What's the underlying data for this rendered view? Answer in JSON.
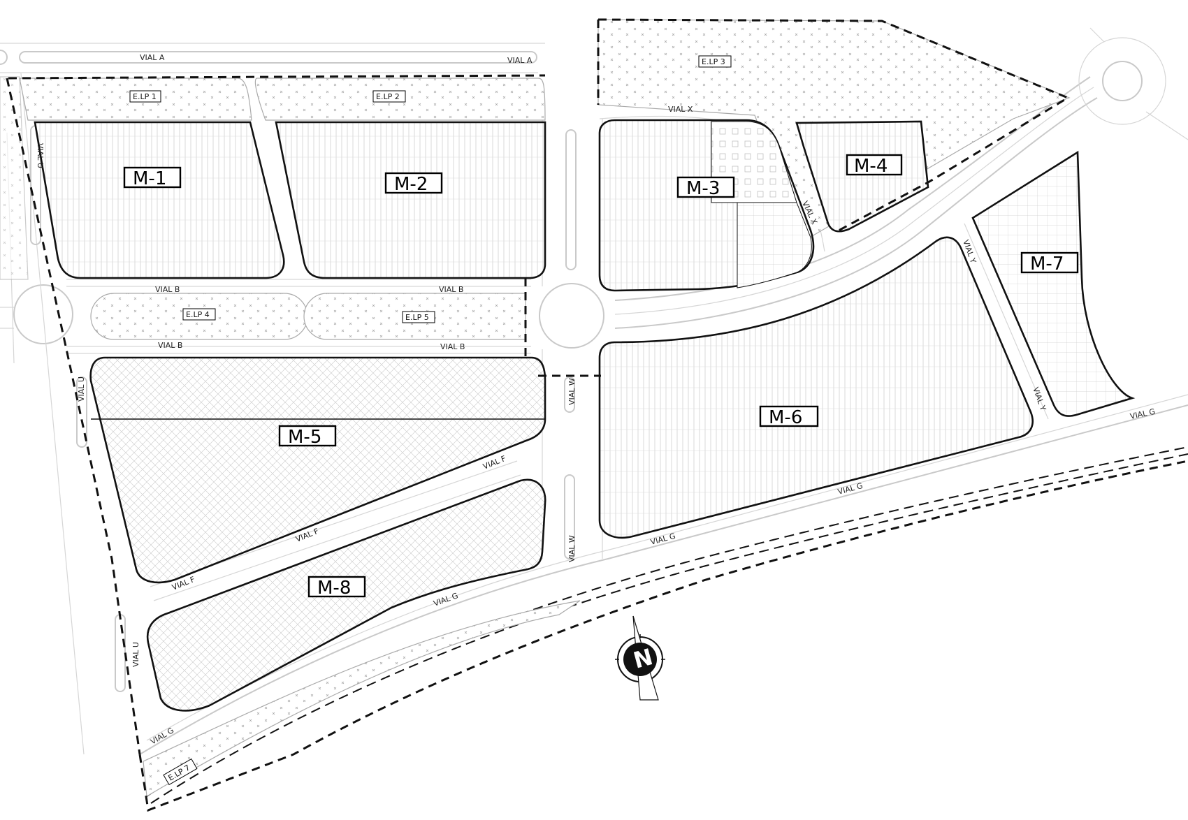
{
  "parcels": {
    "m1": "M-1",
    "m2": "M-2",
    "m3": "M-3",
    "m4": "M-4",
    "m5": "M-5",
    "m6": "M-6",
    "m7": "M-7",
    "m8": "M-8"
  },
  "elp": {
    "e1": "E.LP 1",
    "e2": "E.LP 2",
    "e3": "E.LP 3",
    "e4": "E.LP 4",
    "e5": "E.LP 5",
    "e7": "E.LP 7"
  },
  "roads": {
    "a": "VIAL A",
    "b": "VIAL B",
    "f": "VIAL F",
    "g": "VIAL G",
    "u": "VIAL U",
    "w": "VIAL W",
    "x": "VIAL X",
    "y": "VIAL Y"
  },
  "north_arrow": {
    "letter": "N",
    "icon": "north-arrow-icon"
  },
  "colors": {
    "line": "#111111",
    "hatch": "#bdbdbd",
    "road": "#c9c9c9"
  }
}
